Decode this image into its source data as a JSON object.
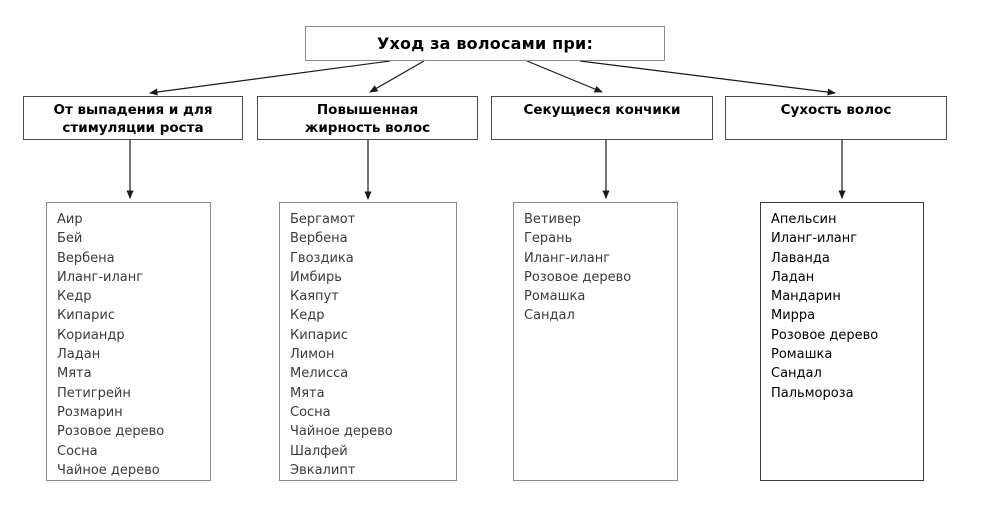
{
  "title": "Уход за волосами при:",
  "categories": [
    {
      "label": "От выпадения и для стимуляции роста",
      "lines": [
        "От выпадения и для",
        "стимуляции роста"
      ],
      "oils": [
        "Аир",
        "Бей",
        "Вербена",
        "Иланг-иланг",
        "Кедр",
        "Кипарис",
        "Кориандр",
        "Ладан",
        "Мята",
        "Петигрейн",
        "Розмарин",
        "Розовое дерево",
        "Сосна",
        "Чайное дерево"
      ]
    },
    {
      "label": "Повышенная жирность волос",
      "lines": [
        "Повышенная",
        "жирность волос"
      ],
      "oils": [
        "Бергамот",
        "Вербена",
        "Гвоздика",
        "Имбирь",
        "Каяпут",
        "Кедр",
        "Кипарис",
        "Лимон",
        "Мелисса",
        "Мята",
        "Сосна",
        "Чайное дерево",
        "Шалфей",
        "Эвкалипт"
      ]
    },
    {
      "label": "Секущиеся кончики",
      "lines": [
        "Секущиеся кончики"
      ],
      "oils": [
        "Ветивер",
        "Герань",
        "Иланг-иланг",
        "Розовое дерево",
        "Ромашка",
        "Сандал"
      ]
    },
    {
      "label": "Сухость волос",
      "lines": [
        "Сухость волос"
      ],
      "oils": [
        "Апельсин",
        "Иланг-иланг",
        "Лаванда",
        "Ладан",
        "Мандарин",
        "Мирра",
        "Розовое дерево",
        "Ромашка",
        "Сандал",
        "Пальмороза"
      ]
    }
  ],
  "colors": {
    "background": "#ffffff",
    "text": "#000000",
    "box_border": "#7f7f7f",
    "arrow": "#1a1a1a"
  }
}
